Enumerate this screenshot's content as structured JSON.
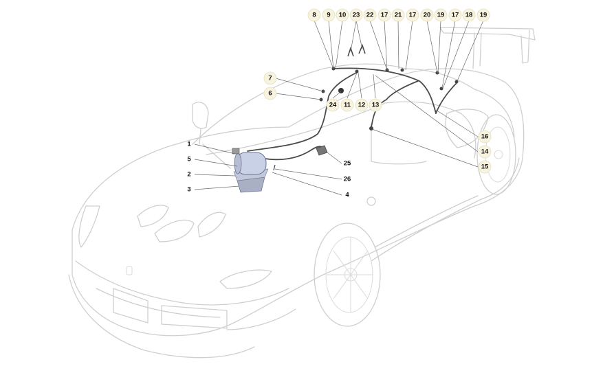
{
  "diagram": {
    "circled_labels": [
      "8",
      "9",
      "10",
      "23",
      "22",
      "17",
      "21",
      "17",
      "20",
      "19",
      "17",
      "18",
      "19",
      "7",
      "6",
      "24",
      "11",
      "12",
      "13",
      "16",
      "14",
      "15"
    ],
    "plain_labels": [
      "1",
      "5",
      "2",
      "3",
      "25",
      "26",
      "4"
    ],
    "colors": {
      "car_outline": "#cfcfcf",
      "pipe": "#4a4a4a",
      "bottle": "#c9d1e6",
      "bracket": "#a9b0c6",
      "callout_fill": "#f7f3de"
    }
  }
}
